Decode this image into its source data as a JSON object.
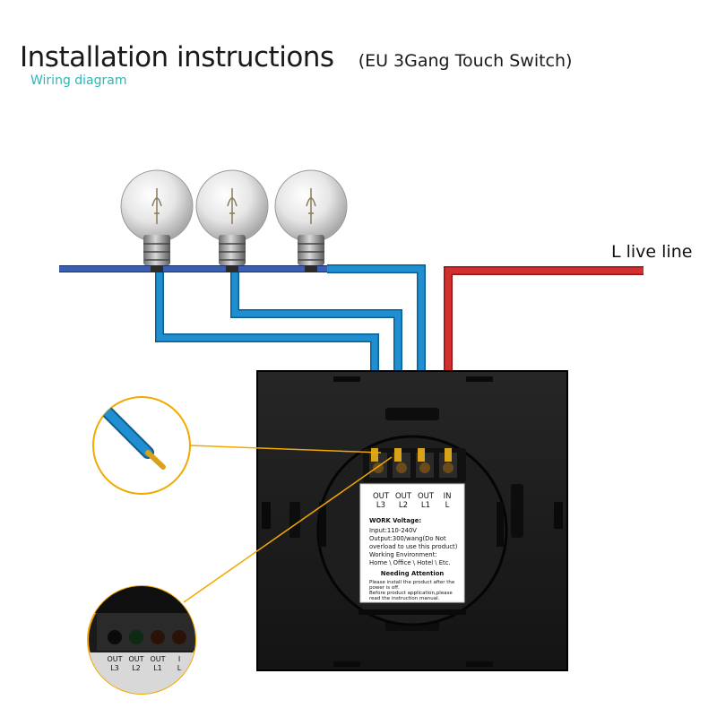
{
  "header": {
    "title": "Installation instructions",
    "subtitle_paren": "(EU 3Gang Touch Switch)",
    "section": "Wiring diagram"
  },
  "wires": {
    "live_label": "L live line",
    "neutral_color": "#3a5fb0",
    "load_color": "#1f8fd1",
    "live_color": "#d32f2f"
  },
  "terminals": [
    {
      "top": "OUT",
      "bottom": "L3"
    },
    {
      "top": "OUT",
      "bottom": "L2"
    },
    {
      "top": "OUT",
      "bottom": "L1"
    },
    {
      "top": "IN",
      "bottom": "L"
    }
  ],
  "spec_label": {
    "heading": "WORK Voltage:",
    "lines": [
      "Input:110-240V",
      "Output:300/wang(Do Not",
      "overload to use this product)",
      "Working Environment:",
      "Home \\ Office \\ Hotel \\ Etc."
    ],
    "attention_heading": "Needing Attention",
    "attention_lines": [
      "Please install the product after the",
      "power is off.",
      "Before product application,please",
      "read the instruction manual."
    ]
  },
  "zoom_terminals": [
    {
      "top": "OUT",
      "bottom": "L3"
    },
    {
      "top": "OUT",
      "bottom": "L2"
    },
    {
      "top": "OUT",
      "bottom": "L1"
    },
    {
      "top": "I",
      "bottom": "L"
    }
  ],
  "colors": {
    "panel": "#1b1b1b",
    "callout": "#f2a900",
    "copper": "#d9a21b",
    "accent_teal": "#2ab7b7"
  }
}
